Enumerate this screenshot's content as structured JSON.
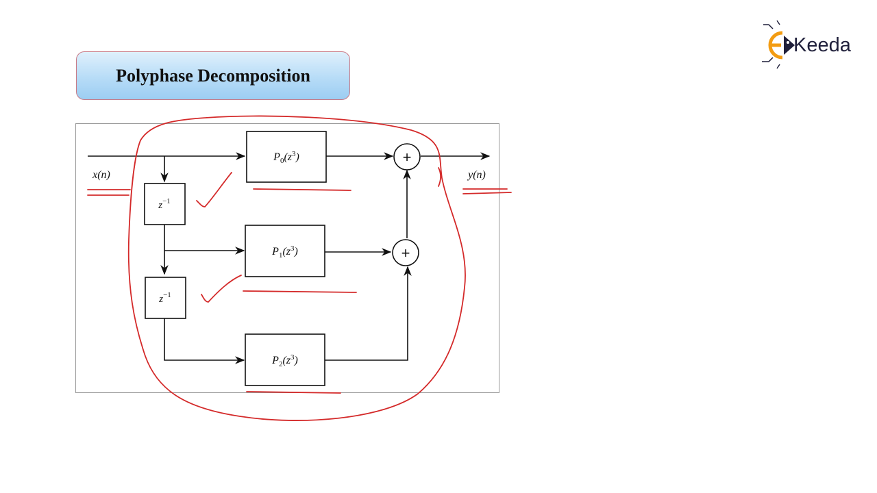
{
  "title": "Polyphase Decomposition",
  "logo": {
    "text": "Keeda",
    "icon": "ekeeda-logo"
  },
  "diagram": {
    "input_label": "x(n)",
    "output_label": "y(n)",
    "delay_label": "z",
    "delay_exp": "−1",
    "branches": [
      {
        "name": "P",
        "sub": "0",
        "arg_pre": "(z",
        "arg_sup": "3",
        "arg_post": ")"
      },
      {
        "name": "P",
        "sub": "1",
        "arg_pre": "(z",
        "arg_sup": "3",
        "arg_post": ")"
      },
      {
        "name": "P",
        "sub": "2",
        "arg_pre": "(z",
        "arg_sup": "3",
        "arg_post": ")"
      }
    ],
    "adder_symbol": "+"
  },
  "colors": {
    "annotation": "#d42a2a",
    "ink": "#111111",
    "title_border": "#c97a86"
  }
}
